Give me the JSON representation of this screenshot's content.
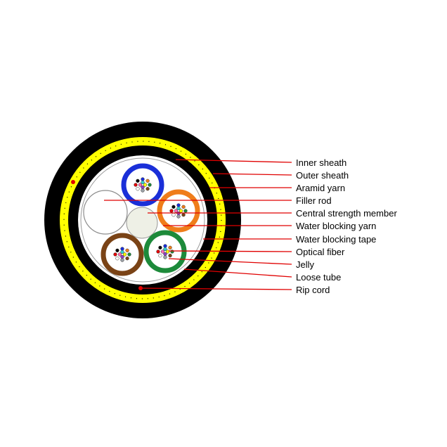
{
  "colors": {
    "outer_sheath": "#000000",
    "aramid_yarn": "#ffff00",
    "inner_sheath": "#000000",
    "core_background": "#ffffff",
    "leader_line": "#e00000",
    "tube_blue": "#1a2fd8",
    "tube_orange": "#ef7d1a",
    "tube_brown": "#7a4316",
    "tube_green": "#1d8a3a",
    "central_member": "#eef0e6"
  },
  "loose_tubes": [
    {
      "color_name": "blue",
      "color": "#1a2fd8"
    },
    {
      "color_name": "orange",
      "color": "#ef7d1a"
    },
    {
      "color_name": "brown",
      "color": "#7a4316"
    },
    {
      "color_name": "green",
      "color": "#1d8a3a"
    }
  ],
  "fiber_colors": [
    "#1a2fd8",
    "#ef7d1a",
    "#1d8a3a",
    "#7a4316",
    "#9aa0a6",
    "#ffffff",
    "#e00000",
    "#000000",
    "#ffff00",
    "#8e3fbf",
    "#ff69b4",
    "#32d0d0"
  ],
  "labels": [
    "Inner sheath",
    "Outer sheath",
    "Aramid yarn",
    "Filler rod",
    "Central strength member",
    "Water blocking yarn",
    "Water blocking tape",
    "Optical fiber",
    "Jelly",
    "Loose tube",
    "Rip cord"
  ]
}
